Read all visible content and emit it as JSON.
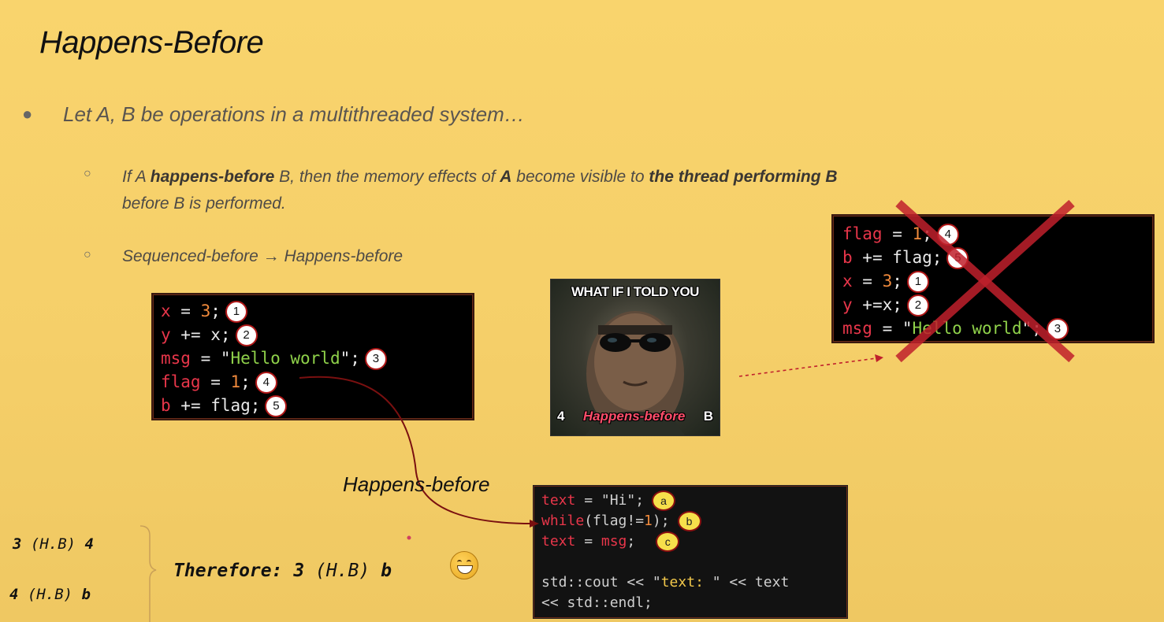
{
  "slide": {
    "title": "Happens-Before",
    "bullet1": "Let A, B be operations in a multithreaded system…",
    "sub1": {
      "p1": "If A ",
      "b1": "happens-before",
      "p2": " B, then the memory effects of ",
      "b2": "A",
      "p3": " become visible to ",
      "b3": "the thread performing B",
      "p4": "before B is performed."
    },
    "sub2": "Sequenced-before → Happens-before"
  },
  "left_code": {
    "line1": {
      "a": "x",
      "b": " = ",
      "c": "3",
      "d": ";",
      "n": "1"
    },
    "line2": {
      "a": "y",
      "b": " += x;",
      "n": "2"
    },
    "line3": {
      "a": "msg",
      "b": " = \"",
      "c": "Hello world",
      "d": "\";",
      "n": "3"
    },
    "line4": {
      "a": "flag",
      "b": " = ",
      "c": "1",
      "d": ";",
      "n": "4"
    },
    "line5": {
      "a": "b",
      "b": " += flag;",
      "n": "5"
    }
  },
  "right_code": {
    "line1": {
      "a": "flag",
      "b": " = ",
      "c": "1",
      "d": ";",
      "n": "4"
    },
    "line2": {
      "a": "b",
      "b": " += flag;",
      "n": "5"
    },
    "line3": {
      "a": "x",
      "b": " = ",
      "c": "3",
      "d": ";",
      "n": "1"
    },
    "line4": {
      "a": "y",
      "b": " +=x;",
      "n": "2"
    },
    "line5": {
      "a": "msg",
      "b": " = \"",
      "c": "Hello world",
      "d": "\";",
      "n": "3"
    }
  },
  "bottom_code": {
    "line1": {
      "a": "text",
      "b": " = \"Hi\";",
      "n": "a"
    },
    "line2": {
      "a": "while",
      "b": "(flag!=",
      "c": "1",
      "d": ");",
      "n": "b"
    },
    "line3": {
      "a": "text",
      "b": " = ",
      "c": "msg",
      "d": ";",
      "n": "c"
    },
    "line4": {
      "a": "std::cout << \"",
      "b": "text: ",
      "c": "\" << text"
    },
    "line5": {
      "a": "<< std::endl;"
    }
  },
  "meme": {
    "top": "WHAT IF I TOLD YOU",
    "left": "4",
    "middle": "Happens-before",
    "right": "B"
  },
  "hb_label": "Happens-before",
  "relations": {
    "r1": {
      "a": "3",
      "op": " (H.B) ",
      "b": "4"
    },
    "r2": {
      "a": "4",
      "op": " (H.B) ",
      "b": "b"
    }
  },
  "therefore": {
    "label": "Therefore: 3",
    "op": " (H.B) ",
    "b": "b"
  },
  "colors": {
    "background": "#f8d36b",
    "code_bg": "#000000",
    "cross": "#c0202c",
    "arrow": "#8a1010"
  }
}
